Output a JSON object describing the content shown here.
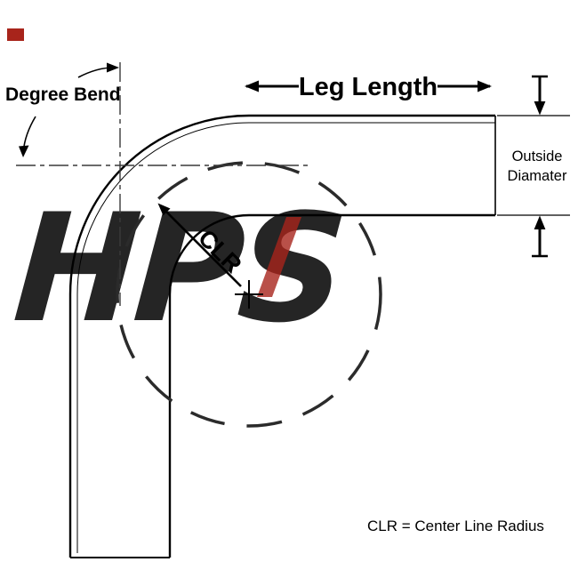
{
  "diagram": {
    "labels": {
      "degree_bend": "Degree Bend",
      "leg_length": "Leg Length",
      "outside_diameter_line1": "Outside",
      "outside_diameter_line2": "Diamater",
      "clr": "CLR"
    },
    "caption": "CLR = Center Line Radius",
    "watermark": {
      "text": "HPS",
      "color": "#d6d6d6",
      "accent_color": "#a8241b"
    },
    "colors": {
      "line": "#000000",
      "dash_circle": "#2b2b2b",
      "centerline": "#3a3a3a",
      "background": "#ffffff"
    }
  }
}
